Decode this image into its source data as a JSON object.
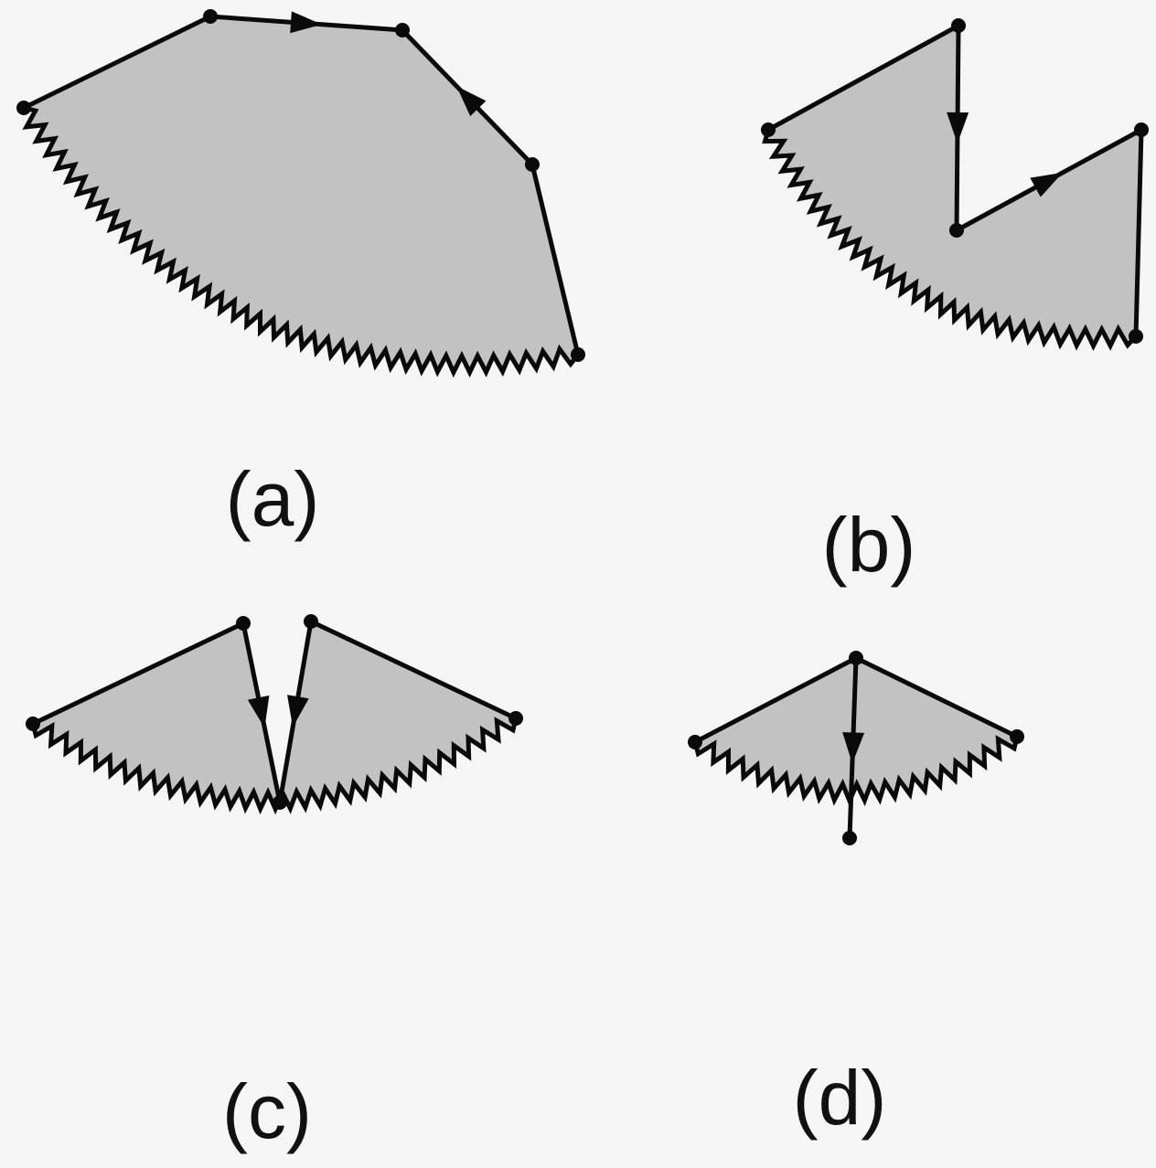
{
  "figure": {
    "background": "#f5f5f5",
    "region_fill": "#c2c2c2",
    "stroke_color": "#0a0a0a",
    "panels": [
      {
        "id": "a",
        "label": "(a)"
      },
      {
        "id": "b",
        "label": "(b)"
      },
      {
        "id": "c",
        "label": "(c)"
      },
      {
        "id": "d",
        "label": "(d)"
      }
    ]
  }
}
